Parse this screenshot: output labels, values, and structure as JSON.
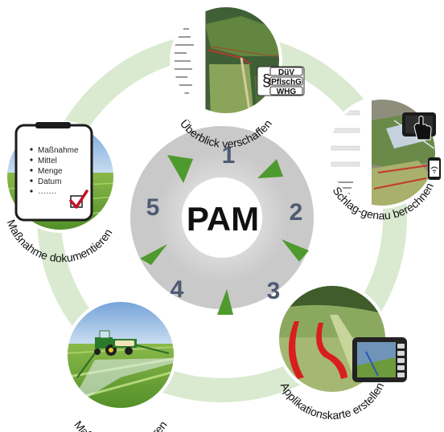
{
  "center": {
    "title": "PAM"
  },
  "steps": [
    {
      "number": "1"
    },
    {
      "number": "2"
    },
    {
      "number": "3"
    },
    {
      "number": "4"
    },
    {
      "number": "5"
    }
  ],
  "stages": [
    {
      "label": "Überblick verschaffen"
    },
    {
      "label": "Schlag-genau berechnen"
    },
    {
      "label": "Applikationskarte erstellen"
    },
    {
      "label": "Maßnahme ausführen"
    },
    {
      "label": "Maßnahme dokumentieren"
    }
  ],
  "regulations": {
    "section_symbol": "§",
    "items": [
      "DüV",
      "PflschG",
      "WHG"
    ]
  },
  "documentation_list": {
    "items": [
      "Maßnahme",
      "Mittel",
      "Menge",
      "Datum",
      "……."
    ]
  },
  "colors": {
    "outer_ring": "#d9ead0",
    "inner_ring": "#d9d9d9",
    "arrow": "#4f9a2e",
    "number": "#4d5b73",
    "check": "#c0122a"
  }
}
